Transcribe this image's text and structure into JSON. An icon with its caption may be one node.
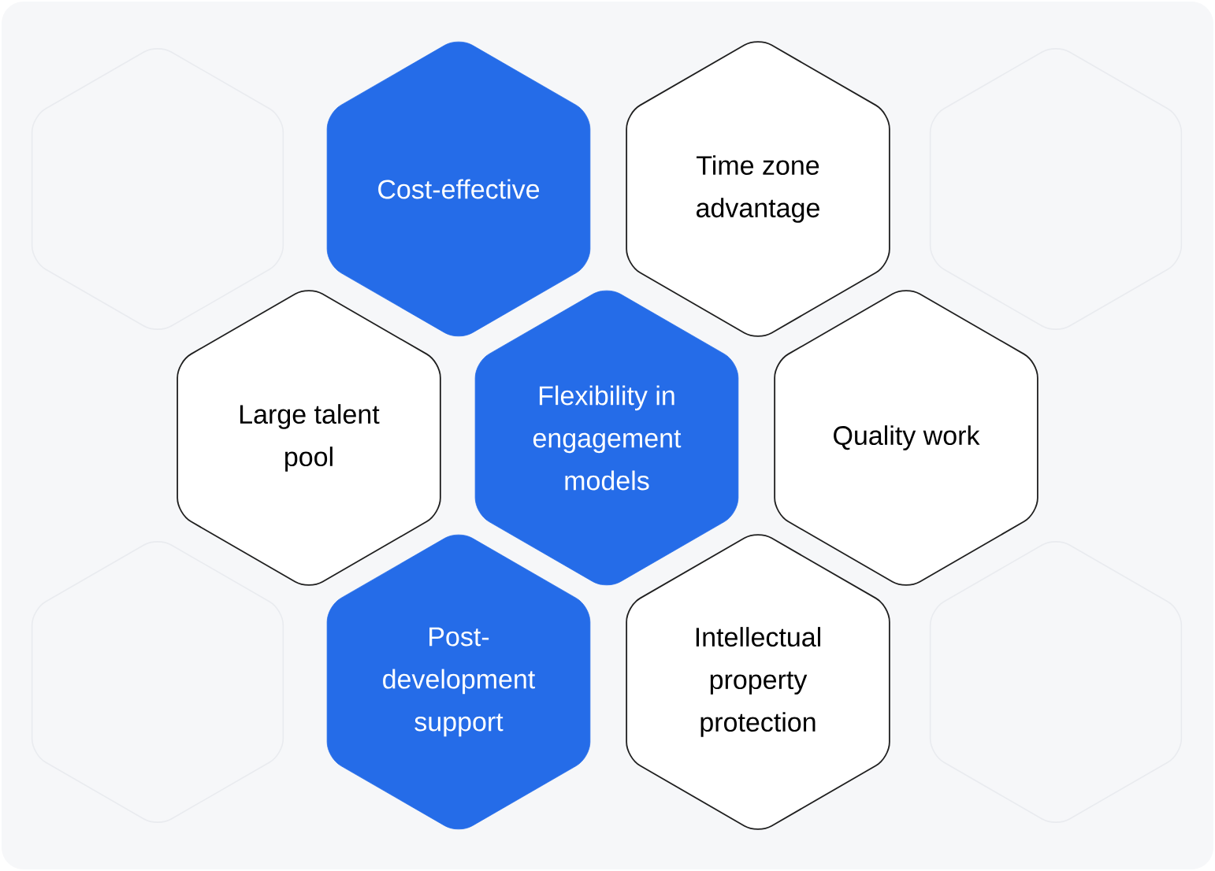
{
  "diagram": {
    "nodes": [
      {
        "text": [
          "Cost-effective"
        ]
      },
      {
        "text": [
          "Time zone advantage"
        ]
      },
      {
        "text": [
          "Large talent pool"
        ]
      },
      {
        "text": [
          "Flexibility in engagement models"
        ]
      },
      {
        "text": [
          "Quality work"
        ]
      },
      {
        "text": [
          "Post-development support"
        ]
      },
      {
        "text": [
          "Intellectual property protection"
        ]
      }
    ]
  }
}
